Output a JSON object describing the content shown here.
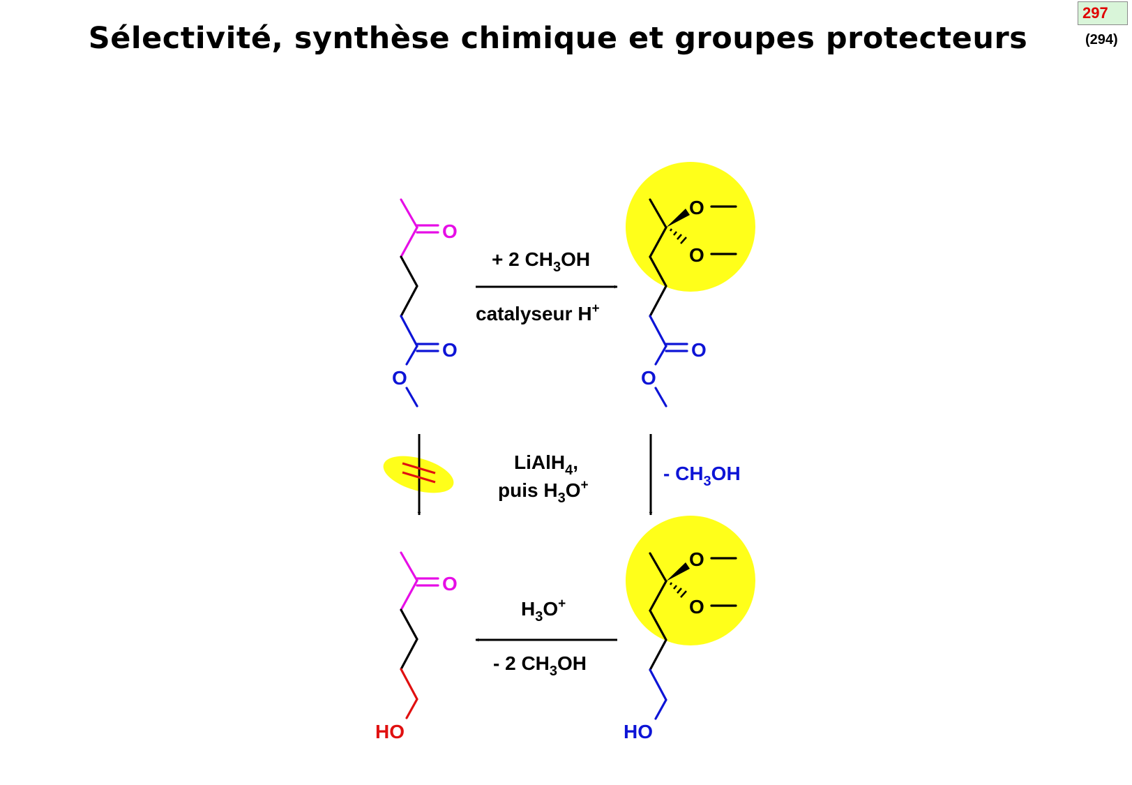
{
  "header": {
    "title": "Sélectivité, synthèse chimique et groupes protecteurs",
    "slide_number": "297",
    "old_slide_number": "(294)"
  },
  "colors": {
    "ketone": "#e60ee6",
    "ester": "#0d14d6",
    "alcohol": "#e01010",
    "chain": "#000000",
    "highlight": "#ffff1a",
    "forbidden_mark": "#e01010"
  },
  "molecules": {
    "start": {
      "ketone_O": "O",
      "ester_O": "O",
      "ether_O": "O"
    },
    "ketal_ester": {
      "ketal_O1": "O",
      "ketal_O2": "O",
      "ester_O": "O",
      "ether_O": "O"
    },
    "ketal_alcohol": {
      "ketal_O1": "O",
      "ketal_O2": "O",
      "alcohol": "HO"
    },
    "product": {
      "ketone_O": "O",
      "alcohol": "HO"
    }
  },
  "reactions": {
    "ketalization": {
      "above": {
        "text": "+ 2 CH",
        "sub": "3",
        "tail": "OH"
      },
      "below": {
        "text": "catalyseur H",
        "sup": "+"
      }
    },
    "reduction": {
      "line1": {
        "text": "LiAlH",
        "sub": "4",
        "tail": ","
      },
      "line2": {
        "text": "puis H",
        "sub": "3",
        "mid": "O",
        "sup": "+"
      }
    },
    "loss_methanol": {
      "text": "- CH",
      "sub": "3",
      "tail": "OH"
    },
    "deprotection": {
      "above": {
        "text": "H",
        "sub": "3",
        "mid": "O",
        "sup": "+"
      },
      "below": {
        "text": "- 2 CH",
        "sub": "3",
        "tail": "OH"
      }
    }
  }
}
